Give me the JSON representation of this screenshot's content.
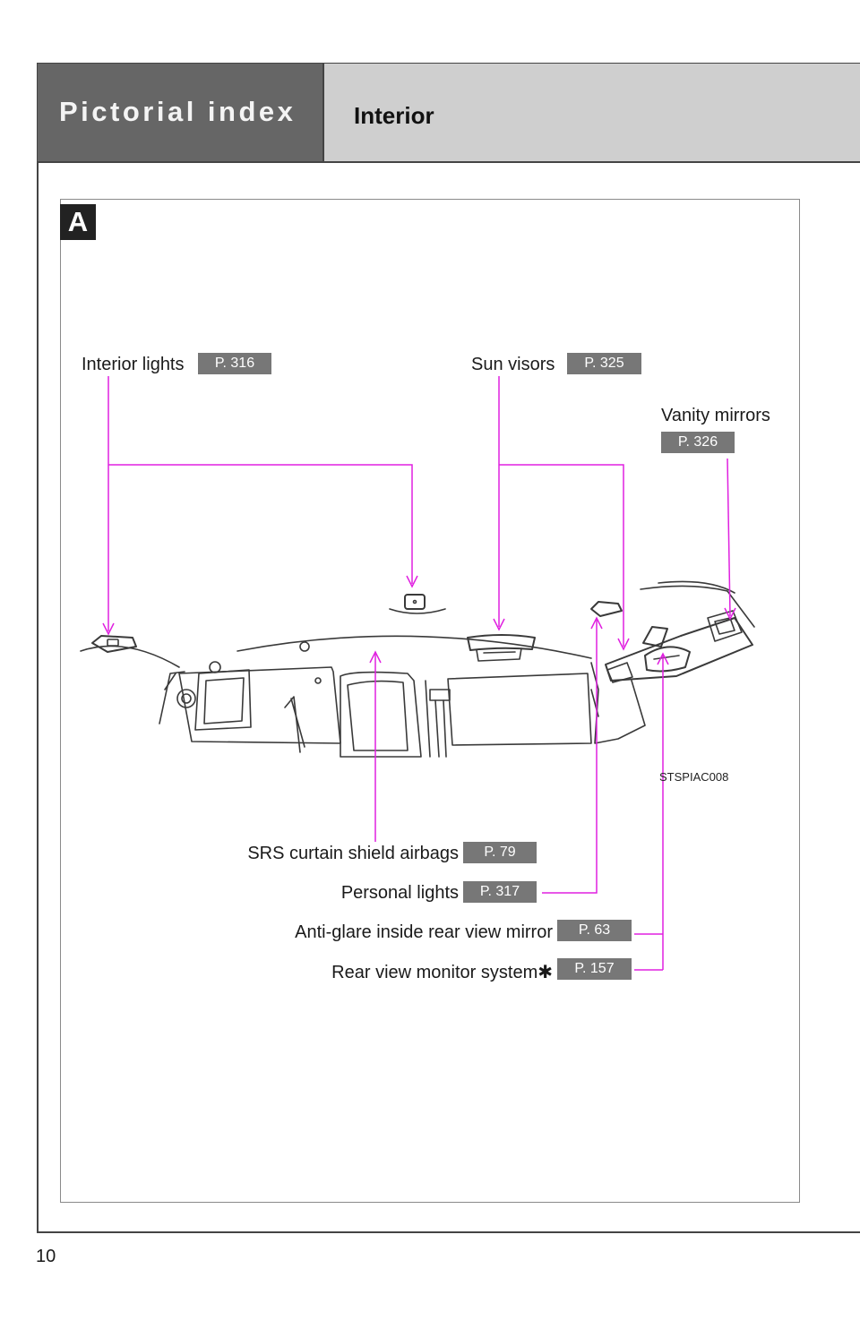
{
  "header": {
    "section_title": "Pictorial index",
    "subsection_title": "Interior"
  },
  "panel_marker": "A",
  "callouts": {
    "interior_lights": {
      "label": "Interior lights",
      "page": "P. 316"
    },
    "sun_visors": {
      "label": "Sun visors",
      "page": "P. 325"
    },
    "vanity_mirrors": {
      "label": "Vanity mirrors",
      "page": "P. 326"
    },
    "srs_airbags": {
      "label": "SRS curtain shield airbags",
      "page": "P. 79"
    },
    "personal_lights": {
      "label": "Personal lights",
      "page": "P. 317"
    },
    "anti_glare_mirror": {
      "label": "Anti-glare inside rear view mirror",
      "page": "P. 63"
    },
    "rear_view_monitor": {
      "label": "Rear view monitor system",
      "asterisk": "✱",
      "page": "P. 157"
    }
  },
  "image_code": "STSPIAC008",
  "page_number": "10",
  "colors": {
    "leader_line": "#e020e0",
    "badge": "#777777",
    "tab": "#666666",
    "band": "#cfcfcf"
  }
}
